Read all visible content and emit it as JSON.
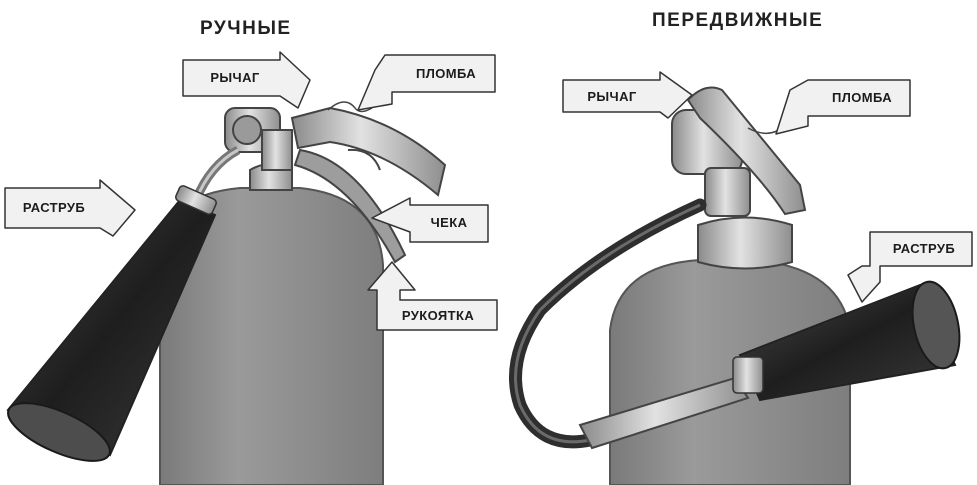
{
  "headings": {
    "left": "РУЧНЫЕ",
    "right": "ПЕРЕДВИЖНЫЕ"
  },
  "left_labels": {
    "lever": "РЫЧАГ",
    "seal": "ПЛОМБА",
    "horn": "РАСТРУБ",
    "pin": "ЧЕКА",
    "handle": "РУКОЯТКА"
  },
  "right_labels": {
    "lever": "РЫЧАГ",
    "seal": "ПЛОМБА",
    "horn": "РАСТРУБ"
  },
  "colors": {
    "cylinder": "#8c8c8c",
    "horn": "#2a2a2a",
    "metal": "#b3b3b3",
    "arrow_fill": "#f1f1f1",
    "outline": "#333333"
  }
}
